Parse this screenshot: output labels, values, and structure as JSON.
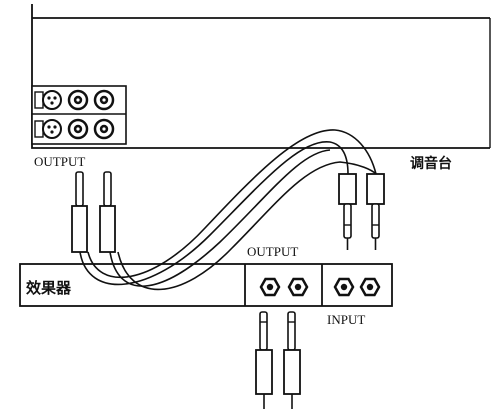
{
  "labels": {
    "mixer_output": "OUTPUT",
    "mixer": "调音台",
    "effects_output": "OUTPUT",
    "effects": "效果器",
    "effects_input": "INPUT"
  }
}
